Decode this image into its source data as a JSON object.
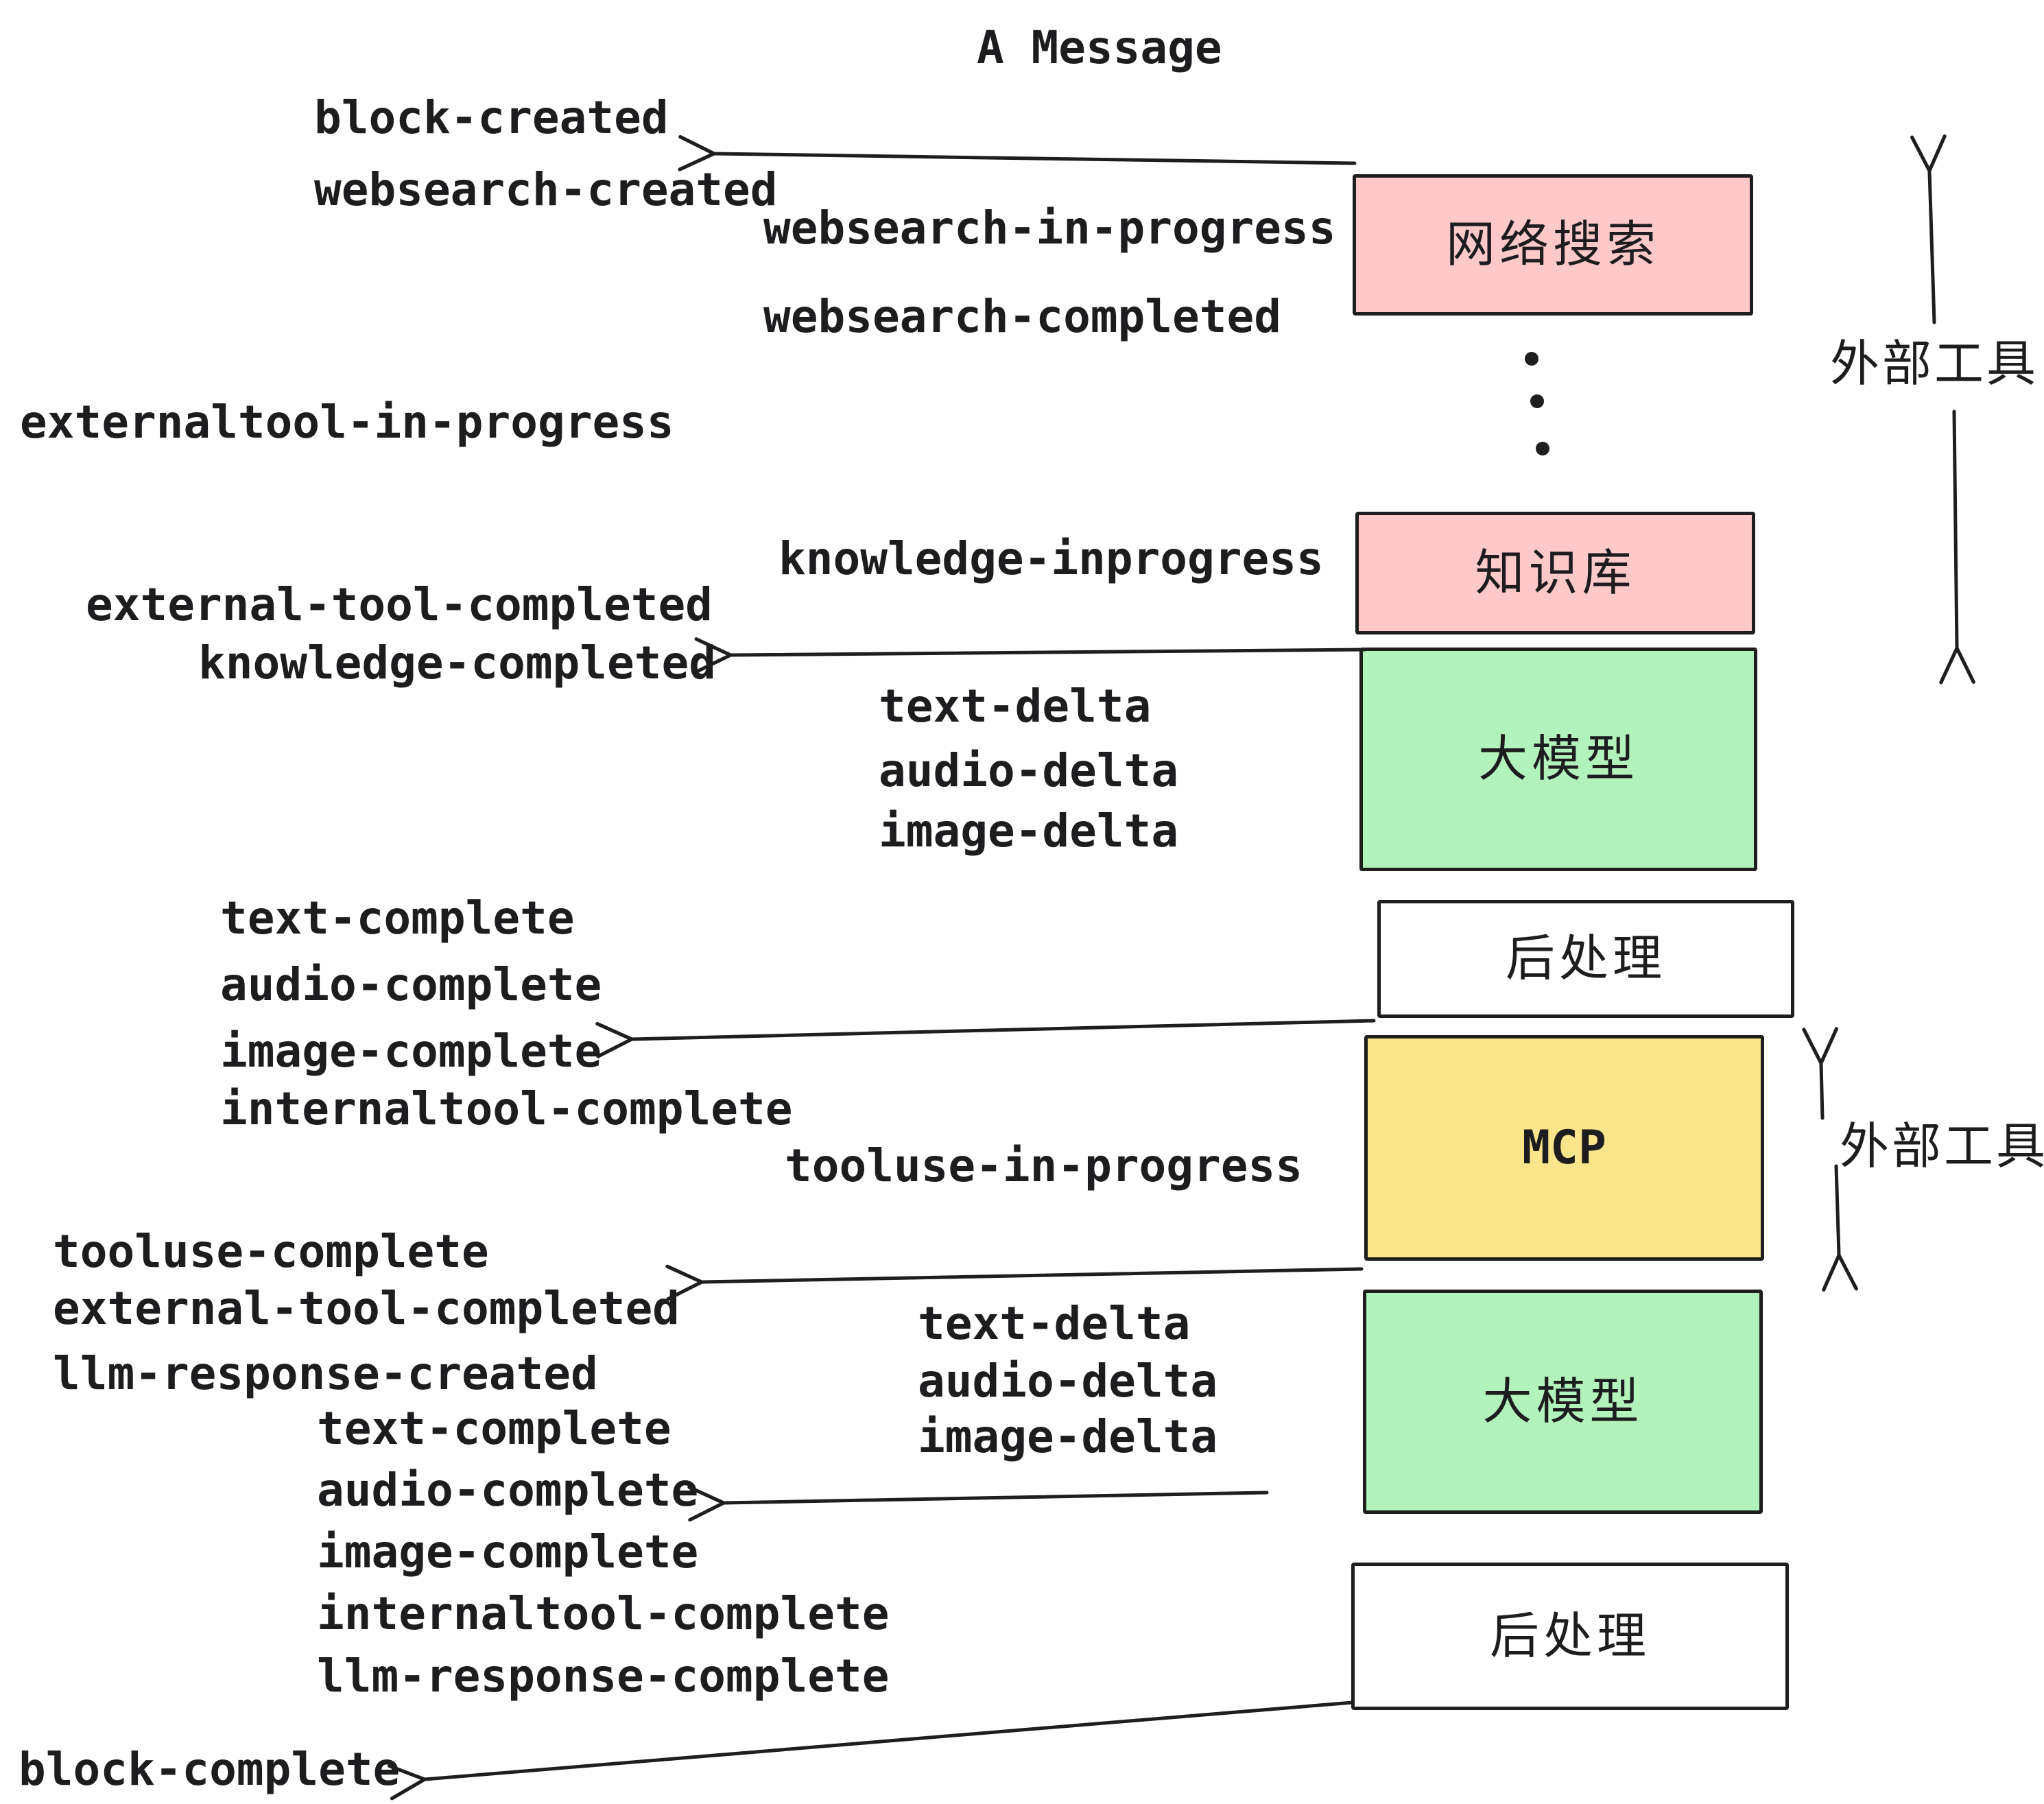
{
  "title": "A Message",
  "colors": {
    "background": "#ffffff",
    "box_pink": "#ffc9c9",
    "box_green": "#b2f2bb",
    "box_yellow": "#fbe58a",
    "box_white": "#ffffff",
    "stroke": "#1e1e1e",
    "text": "#1d1d1f"
  },
  "boxes": [
    {
      "id": "websearch",
      "label": "网络搜索",
      "color": "#ffc9c9"
    },
    {
      "id": "knowledge",
      "label": "知识库",
      "color": "#ffc9c9"
    },
    {
      "id": "llm-1",
      "label": "大模型",
      "color": "#b2f2bb"
    },
    {
      "id": "postprocess-1",
      "label": "后处理",
      "color": "#ffffff"
    },
    {
      "id": "mcp",
      "label": "MCP",
      "color": "#fbe58a"
    },
    {
      "id": "llm-2",
      "label": "大模型",
      "color": "#b2f2bb"
    },
    {
      "id": "postprocess-2",
      "label": "后处理",
      "color": "#ffffff"
    }
  ],
  "events": {
    "block_created": "block-created",
    "websearch_created": "websearch-created",
    "websearch_in_progress": "websearch-in-progress",
    "websearch_completed": "websearch-completed",
    "externaltool_in_progress": "externaltool-in-progress",
    "knowledge_inprogress": "knowledge-inprogress",
    "external_tool_completed": "external-tool-completed",
    "knowledge_completed": "knowledge-completed",
    "text_delta": "text-delta",
    "audio_delta": "audio-delta",
    "image_delta": "image-delta",
    "text_complete": "text-complete",
    "audio_complete": "audio-complete",
    "image_complete": "image-complete",
    "internaltool_complete": "internaltool-complete",
    "tooluse_in_progress": "tooluse-in-progress",
    "tooluse_complete": "tooluse-complete",
    "external_tool_completed_2": "external-tool-completed",
    "llm_response_created": "llm-response-created",
    "text_delta_2": "text-delta",
    "audio_delta_2": "audio-delta",
    "image_delta_2": "image-delta",
    "text_complete_2": "text-complete",
    "audio_complete_2": "audio-complete",
    "image_complete_2": "image-complete",
    "internaltool_complete_2": "internaltool-complete",
    "llm_response_complete": "llm-response-complete",
    "block_complete": "block-complete"
  },
  "side_labels": {
    "external_tools_top": "外部工具",
    "external_tools_bottom": "外部工具"
  }
}
